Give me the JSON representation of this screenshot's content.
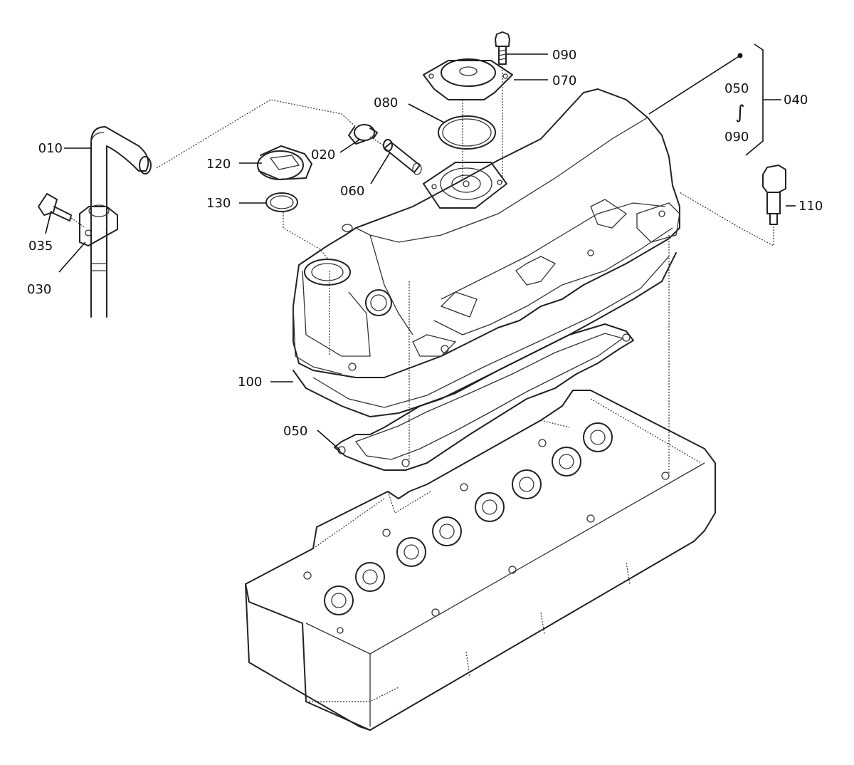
{
  "labels": {
    "p010": "010",
    "p020": "020",
    "p030": "030",
    "p035": "035",
    "p040": "040",
    "p050": "050",
    "p050_range_from": "050",
    "p060": "060",
    "p070": "070",
    "p080": "080",
    "p090": "090",
    "p090_range_to": "090",
    "p100": "100",
    "p110": "110",
    "p120": "120",
    "p130": "130"
  },
  "range_symbol": "∫"
}
